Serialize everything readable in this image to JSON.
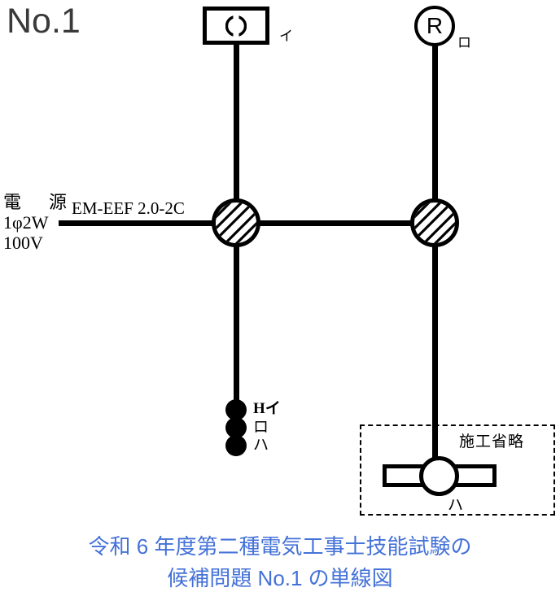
{
  "title": "No.1",
  "colors": {
    "line": "#000000",
    "title": "#3a3a3a",
    "caption": "#4472d8"
  },
  "diagram": {
    "type": "single-line-wiring-diagram",
    "power_source": {
      "line1": "電　源",
      "line2": "1φ2W",
      "line3": "100V"
    },
    "cable_label": "EM-EEF 2.0-2C",
    "ceiling_outlet": {
      "symbol": "ceiling-outlet-box",
      "inner_symbol": "()",
      "label": "イ"
    },
    "receptacle": {
      "symbol": "R",
      "label": "ロ"
    },
    "junction_boxes": [
      {
        "name": "junction-box-left",
        "symbol": "hatched-circle"
      },
      {
        "name": "junction-box-right",
        "symbol": "hatched-circle"
      }
    ],
    "switches": [
      {
        "symbol": "filled-dot",
        "label": "Hイ"
      },
      {
        "symbol": "filled-dot",
        "label": "ロ"
      },
      {
        "symbol": "filled-dot",
        "label": "ハ"
      }
    ],
    "omitted_section": {
      "label": "施工省略",
      "lamp": {
        "symbol": "fluorescent-lamp",
        "label": "ハ"
      }
    }
  },
  "caption": {
    "line1": "令和 6 年度第二種電気工事士技能試験の",
    "line2": "候補問題 No.1 の単線図"
  }
}
